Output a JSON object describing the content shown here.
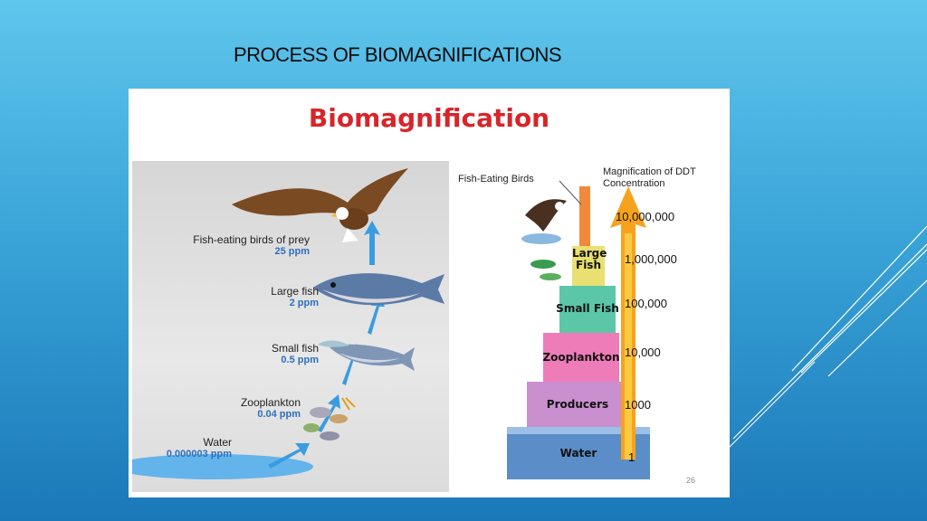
{
  "slide": {
    "title": "PROCESS OF BIOMAGNIFICATIONS",
    "number": "26"
  },
  "figure": {
    "heading": "Biomagnification",
    "heading_color": "#d6262b",
    "food_chain": [
      {
        "name": "Fish-eating birds of prey",
        "ppm": "25 ppm"
      },
      {
        "name": "Large fish",
        "ppm": "2 ppm"
      },
      {
        "name": "Small fish",
        "ppm": "0.5 ppm"
      },
      {
        "name": "Zooplankton",
        "ppm": "0.04 ppm"
      },
      {
        "name": "Water",
        "ppm": "0.000003 ppm"
      }
    ],
    "pyramid": {
      "top_label": "Fish-Eating Birds",
      "arrow_label": "Magnification of DDT Concentration",
      "levels": [
        {
          "name": "Large Fish",
          "value": "1,000,000"
        },
        {
          "name": "Small Fish",
          "value": "100,000"
        },
        {
          "name": "Zooplankton",
          "value": "10,000"
        },
        {
          "name": "Producers",
          "value": "1000"
        },
        {
          "name": "Water",
          "value": "1"
        }
      ],
      "top_value": "10,000,000"
    }
  }
}
